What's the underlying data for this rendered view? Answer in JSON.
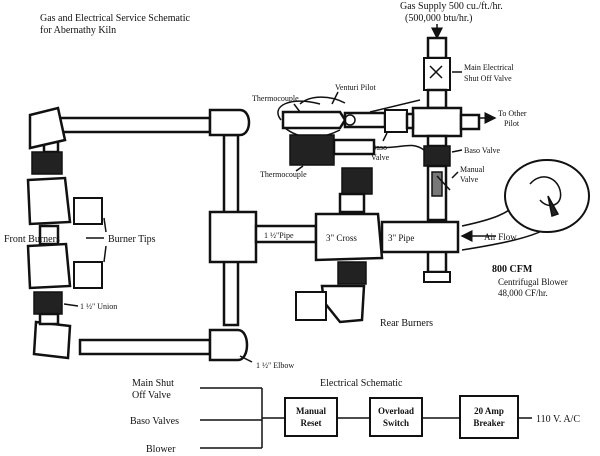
{
  "title": {
    "line1": "Gas and Electrical Service Schematic",
    "line2": "for Abernathy Kiln"
  },
  "gas_supply": {
    "line1": "Gas Supply 500 cu./ft./hr.",
    "line2": "(500,000 btu/hr.)"
  },
  "labels": {
    "main_shutoff_valve_1": "Main Electrical",
    "main_shutoff_valve_2": "Shut Off Valve",
    "venturi_pilot": "Venturi Pilot",
    "thermocouple_top": "Thermocouple",
    "thermocouple_bottom": "Thermocouple",
    "to_other_pilot_1": "To Other",
    "to_other_pilot_2": "Pilot",
    "baso_valve_left_1": "Baso",
    "baso_valve_left_2": "Valve",
    "baso_valve_right": "Baso Valve",
    "manual_valve_1": "Manual",
    "manual_valve_2": "Valve",
    "front_burners": "Front Burners",
    "burner_tips": "Burner Tips",
    "pipe_1_half": "1 ½\"Pipe",
    "cross_3": "3\" Cross",
    "pipe_3": "3\" Pipe",
    "air_flow": "Air Flow",
    "cfm": "800 CFM",
    "blower_1": "Centrifugal Blower",
    "blower_2": "48,000 CF/hr.",
    "union": "1 ½\" Union",
    "rear_burners": "Rear Burners",
    "elbow": "1 ½\" Elbow"
  },
  "electrical": {
    "title": "Electrical Schematic",
    "inputs": [
      "Main Shut",
      "Off Valve",
      "Baso Valves",
      "Blower"
    ],
    "boxes": [
      {
        "line1": "Manual",
        "line2": "Reset"
      },
      {
        "line1": "Overload",
        "line2": "Switch"
      },
      {
        "line1": "20 Amp",
        "line2": "Breaker"
      }
    ],
    "output": "110 V. A/C"
  }
}
